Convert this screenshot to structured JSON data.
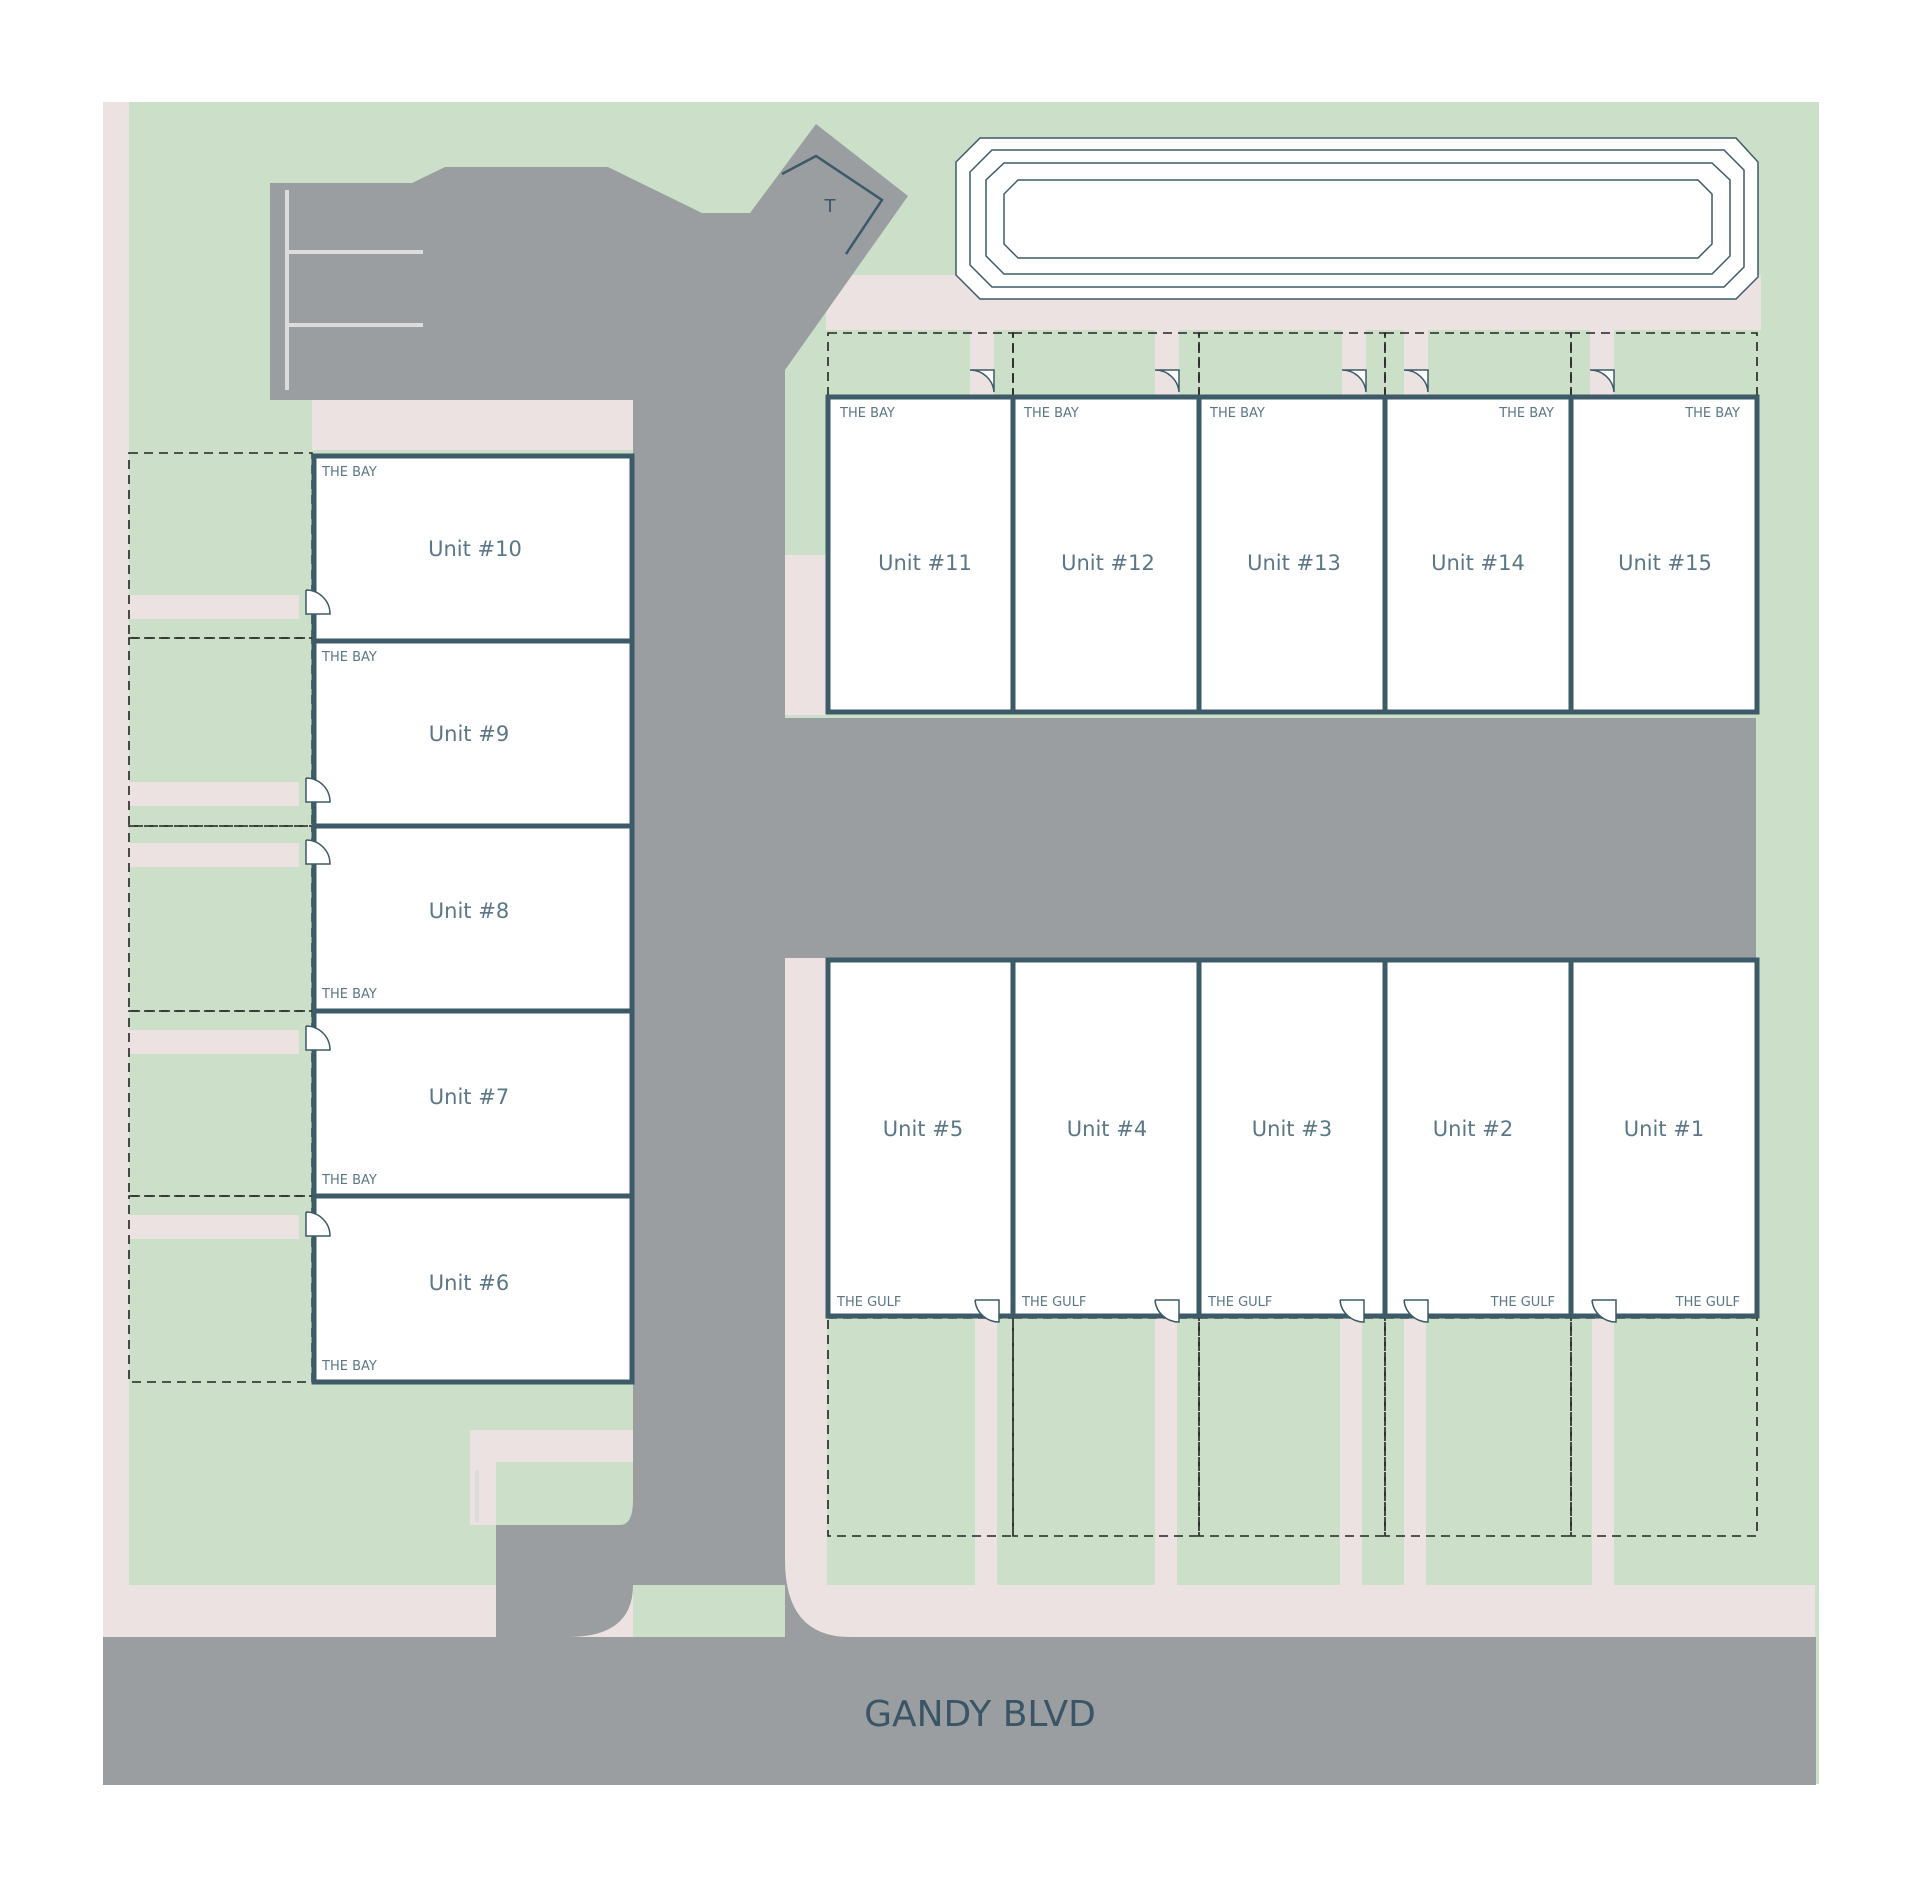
{
  "road": {
    "label": "GANDY BLVD"
  },
  "dumpster": {
    "label": "T"
  },
  "colors": {
    "grass": "#cce0c9",
    "paving": "#9a9ea1",
    "walkway": "#ebe2e1",
    "wall": "#3d5a68",
    "label": "#5b7787"
  },
  "units": [
    {
      "name": "Unit #1",
      "side_labels": [
        "THE GULF"
      ]
    },
    {
      "name": "Unit #2",
      "side_labels": [
        "THE GULF"
      ]
    },
    {
      "name": "Unit #3",
      "side_labels": [
        "THE GULF"
      ]
    },
    {
      "name": "Unit #4",
      "side_labels": [
        "THE GULF"
      ]
    },
    {
      "name": "Unit #5",
      "side_labels": [
        "THE GULF"
      ]
    },
    {
      "name": "Unit #6",
      "side_labels": [
        "THE BAY"
      ]
    },
    {
      "name": "Unit #7",
      "side_labels": [
        "THE BAY"
      ]
    },
    {
      "name": "Unit #8",
      "side_labels": [
        "THE BAY"
      ]
    },
    {
      "name": "Unit #9",
      "side_labels": [
        "THE BAY"
      ]
    },
    {
      "name": "Unit #10",
      "side_labels": [
        "THE BAY"
      ]
    },
    {
      "name": "Unit #11",
      "side_labels": [
        "THE BAY"
      ]
    },
    {
      "name": "Unit #12",
      "side_labels": [
        "THE BAY"
      ]
    },
    {
      "name": "Unit #13",
      "side_labels": [
        "THE BAY"
      ]
    },
    {
      "name": "Unit #14",
      "side_labels": [
        "THE BAY"
      ]
    },
    {
      "name": "Unit #15",
      "side_labels": [
        "THE BAY"
      ]
    }
  ]
}
